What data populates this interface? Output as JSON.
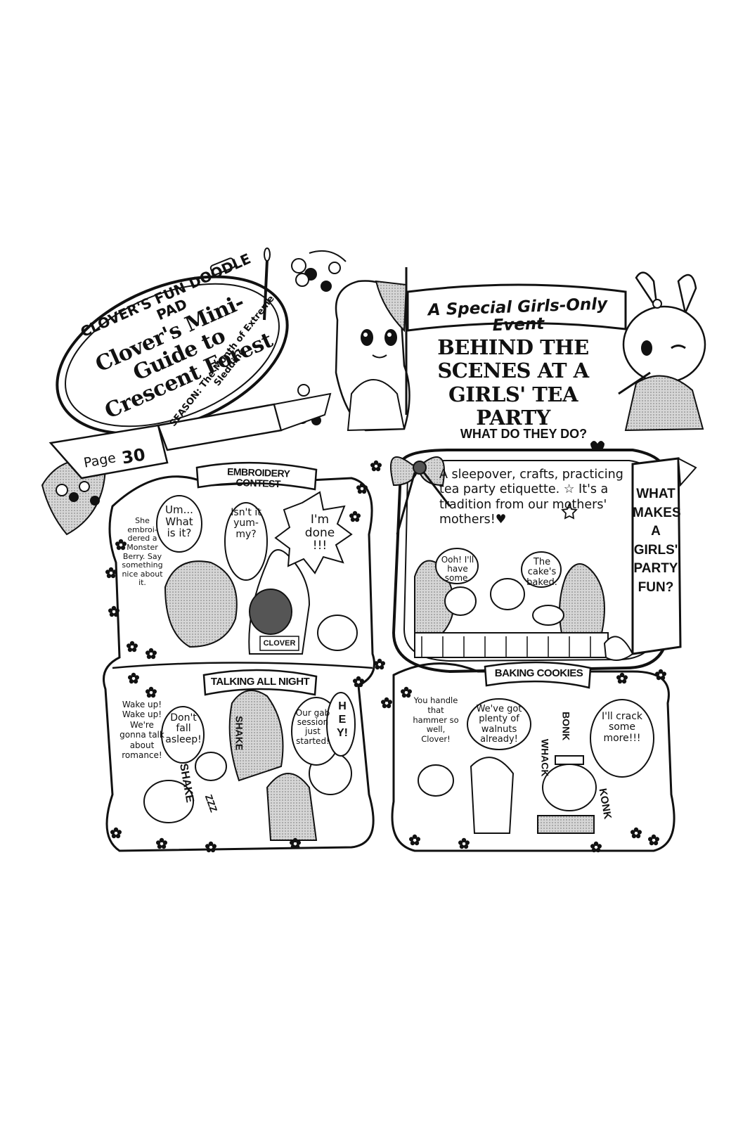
{
  "header": {
    "doodle_pad": "CLOVER'S FUN DOODLE PAD",
    "guide_title": "Clover's Mini-Guide to Crescent Forest",
    "page_label": "Page",
    "page_number": "30",
    "season": "SEASON: The Month of Extreme Sledding"
  },
  "event": {
    "banner": "A Special Girls-Only Event",
    "headline": "BEHIND THE SCENES AT A GIRLS' TEA PARTY",
    "subhead": "WHAT DO THEY DO?"
  },
  "tea_party": {
    "description": "A sleepover, crafts, practicing tea party etiquette. ☆ It's a tradition from our mothers' mothers!♥",
    "speech_left": "Ooh! I'll have some.",
    "speech_right": "The cake's baked."
  },
  "side_banner": "WHAT MAKES A GIRLS' PARTY FUN?",
  "embroidery": {
    "label": "EMBROIDERY CONTEST",
    "aside": "She embroi-dered a Monster Berry. Say something nice about it.",
    "bubble_1": "Um... What is it?",
    "bubble_2": "Isn't it yum-my?",
    "bubble_3": "I'm done !!!",
    "sign": "CLOVER"
  },
  "talking": {
    "label": "TALKING ALL NIGHT",
    "bubble_1": "Wake up! Wake up! We're gonna talk about romance!",
    "bubble_2": "Don't fall asleep!",
    "bubble_3": "Our gab session just started!",
    "hey": "HEY!",
    "sfx_shake_1": "SHAKE",
    "sfx_shake_2": "SHAKE",
    "sfx_zzz": "ZZZ"
  },
  "baking": {
    "label": "BAKING COOKIES",
    "bubble_1": "You handle that hammer so well, Clover!",
    "bubble_2": "We've got plenty of walnuts already!",
    "bubble_3": "I'll crack some more!!!",
    "sfx_bonk": "BONK",
    "sfx_whack": "WHACK",
    "sfx_konk": "KONK"
  },
  "colors": {
    "ink": "#111111",
    "paper": "#ffffff",
    "screentone": "#9a9a9a"
  },
  "icons": [
    "flower-icon",
    "bow-icon",
    "heart-icon",
    "star-icon",
    "sewing-needle-icon",
    "berry-icon"
  ]
}
